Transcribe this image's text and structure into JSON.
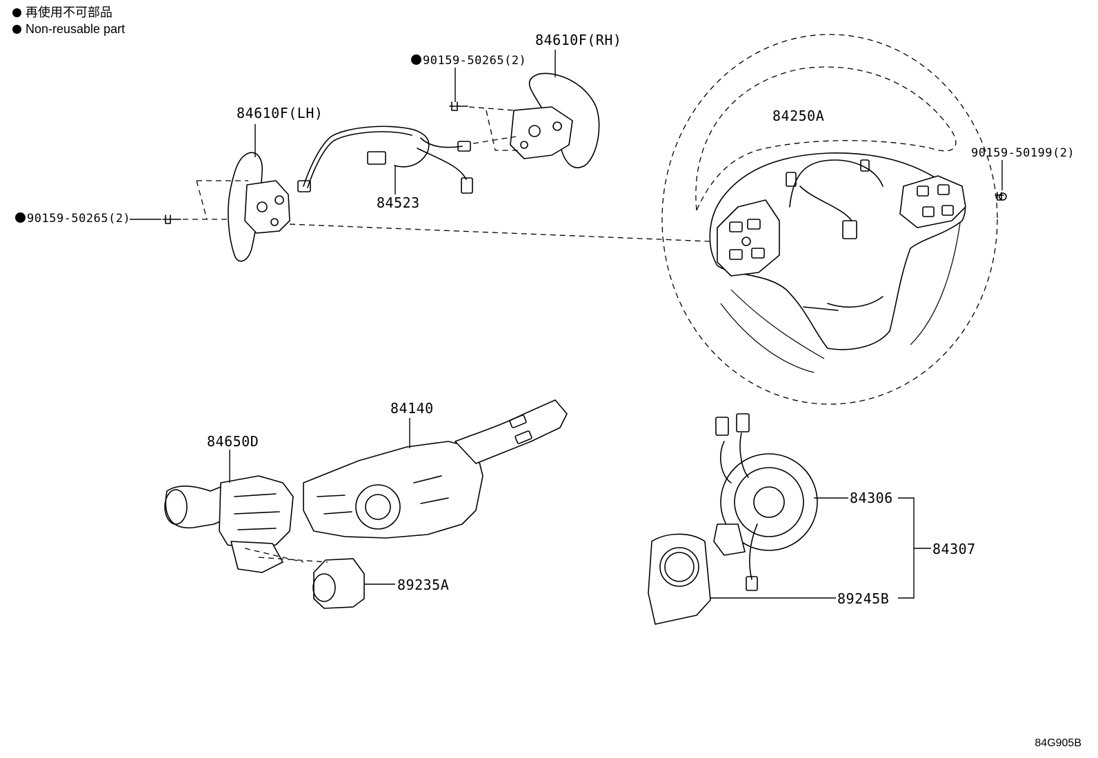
{
  "legend": {
    "line_jp": "再使用不可部品",
    "line_en": "Non-reusable part"
  },
  "labels": {
    "p84610F_RH": "84610F(RH)",
    "p90159_50265_top": "90159-50265(2)",
    "p84610F_LH": "84610F(LH)",
    "p84523": "84523",
    "p90159_50265_left": "90159-50265(2)",
    "p84250A": "84250A",
    "p90159_50199": "90159-50199(2)",
    "p84140": "84140",
    "p84650D": "84650D",
    "p89235A": "89235A",
    "p84306": "84306",
    "p84307": "84307",
    "p89245B": "89245B"
  },
  "diagram_ref": "84G905B"
}
